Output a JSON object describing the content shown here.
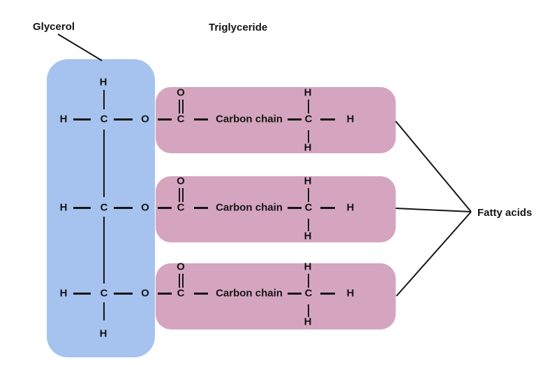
{
  "title": "Triglyceride",
  "glycerol_label": "Glycerol",
  "fatty_acids_label": "Fatty acids",
  "colors": {
    "glycerol_box": "#a6c3ef",
    "fatty_acid_box": "#d5a5bf",
    "line": "#151515",
    "text": "#151515"
  },
  "glycerol": {
    "top_h": "H",
    "bottom_h": "H",
    "rows": [
      {
        "h_left": "H",
        "c": "C",
        "o": "O"
      },
      {
        "h_left": "H",
        "c": "C",
        "o": "O"
      },
      {
        "h_left": "H",
        "c": "C",
        "o": "O"
      }
    ]
  },
  "fatty_acids": [
    {
      "carbonyl_o": "O",
      "carbonyl_c": "C",
      "chain_label": "Carbon chain",
      "h_top": "H",
      "methyl_c": "C",
      "h_bottom": "H",
      "h_right": "H"
    },
    {
      "carbonyl_o": "O",
      "carbonyl_c": "C",
      "chain_label": "Carbon chain",
      "h_top": "H",
      "methyl_c": "C",
      "h_bottom": "H",
      "h_right": "H"
    },
    {
      "carbonyl_o": "O",
      "carbonyl_c": "C",
      "chain_label": "Carbon chain",
      "h_top": "H",
      "methyl_c": "C",
      "h_bottom": "H",
      "h_right": "H"
    }
  ]
}
